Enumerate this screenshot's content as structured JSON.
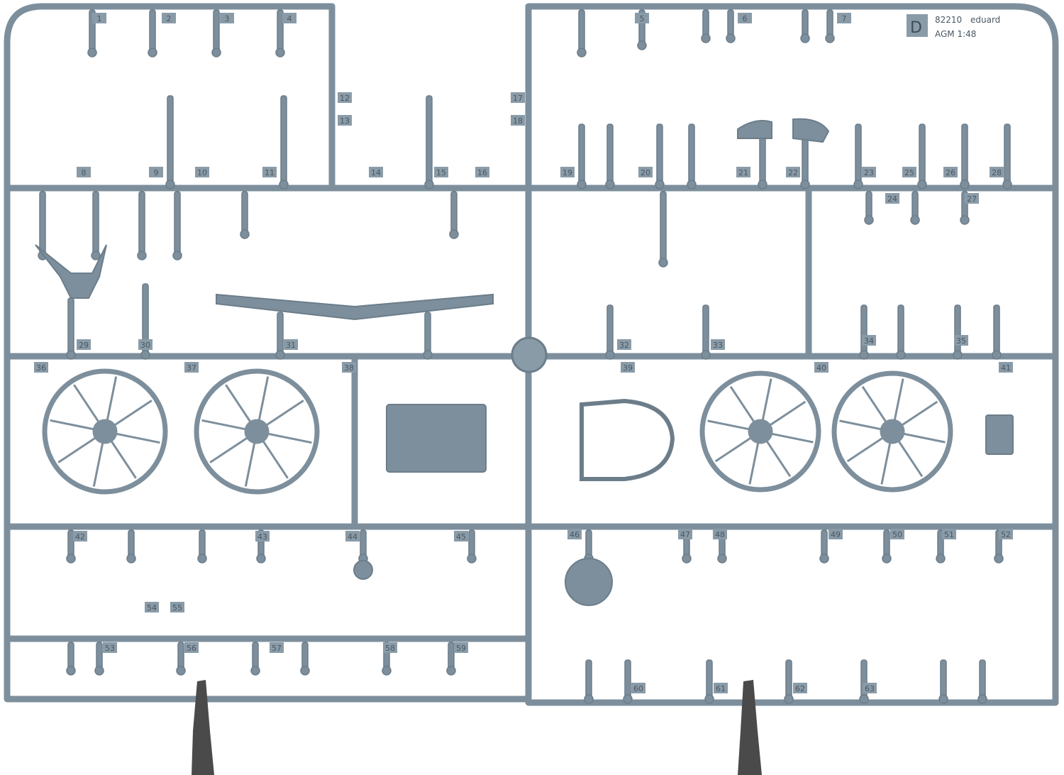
{
  "sprue": {
    "letter": "D",
    "code": "82210",
    "brand": "eduard",
    "scale_text": "AGM 1:48",
    "plastic_color": "#7d8f9c",
    "stand_color": "#4a4a4a"
  },
  "part_numbers": [
    "1",
    "2",
    "3",
    "4",
    "5",
    "6",
    "7",
    "8",
    "9",
    "10",
    "11",
    "12",
    "13",
    "14",
    "15",
    "16",
    "17",
    "18",
    "19",
    "20",
    "21",
    "22",
    "23",
    "24",
    "25",
    "26",
    "27",
    "28",
    "29",
    "30",
    "31",
    "32",
    "33",
    "34",
    "35",
    "36",
    "37",
    "38",
    "39",
    "40",
    "41",
    "42",
    "43",
    "44",
    "45",
    "46",
    "47",
    "48",
    "49",
    "50",
    "51",
    "52",
    "53",
    "54",
    "55",
    "56",
    "57",
    "58",
    "59",
    "60",
    "61",
    "62",
    "63"
  ]
}
